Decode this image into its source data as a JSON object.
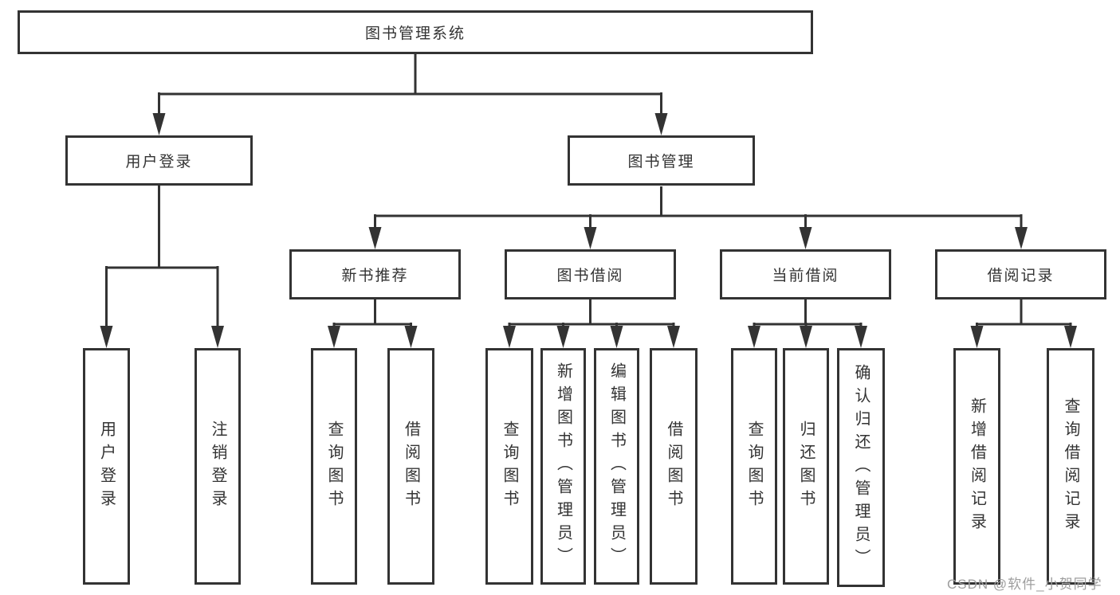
{
  "tree": {
    "root": {
      "label": "图书管理系统",
      "children": [
        {
          "label": "用户登录",
          "children": [
            {
              "label": "用户登录"
            },
            {
              "label": "注销登录"
            }
          ]
        },
        {
          "label": "图书管理",
          "children": [
            {
              "label": "新书推荐",
              "children": [
                {
                  "label": "查询图书"
                },
                {
                  "label": "借阅图书"
                }
              ]
            },
            {
              "label": "图书借阅",
              "children": [
                {
                  "label": "查询图书"
                },
                {
                  "label": "新增图书（管理员）"
                },
                {
                  "label": "编辑图书（管理员）"
                },
                {
                  "label": "借阅图书"
                }
              ]
            },
            {
              "label": "当前借阅",
              "children": [
                {
                  "label": "查询图书"
                },
                {
                  "label": "归还图书"
                },
                {
                  "label": "确认归还（管理员）"
                }
              ]
            },
            {
              "label": "借阅记录",
              "children": [
                {
                  "label": "新增借阅记录"
                },
                {
                  "label": "查询借阅记录"
                }
              ]
            }
          ]
        }
      ]
    }
  },
  "watermark": {
    "text": "CSDN @软件_小贺同学"
  },
  "colors": {
    "line": "#333333",
    "text": "#333333",
    "box_background": "#ffffff",
    "watermark": "#9e9e9e",
    "background": "#ffffff"
  }
}
